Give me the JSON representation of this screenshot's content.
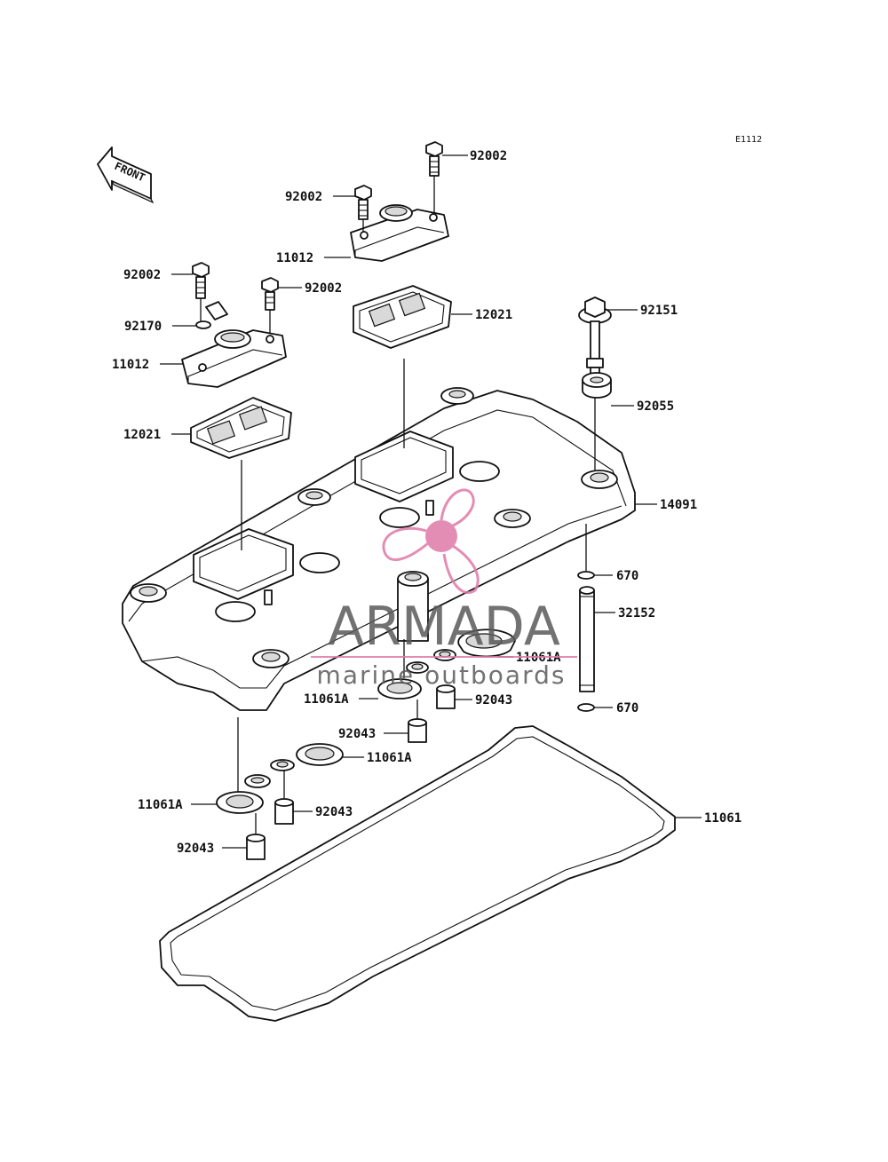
{
  "diagram_code": "E1112",
  "front_label": "FRONT",
  "watermark": {
    "brand": "ARMADA",
    "tagline": "marine outboards",
    "accent": "#e07aa8"
  },
  "callouts": [
    {
      "id": "c1",
      "text": "92002"
    },
    {
      "id": "c2",
      "text": "92002"
    },
    {
      "id": "c3",
      "text": "11012"
    },
    {
      "id": "c4",
      "text": "92002"
    },
    {
      "id": "c5",
      "text": "92002"
    },
    {
      "id": "c6",
      "text": "12021"
    },
    {
      "id": "c7",
      "text": "92170"
    },
    {
      "id": "c8",
      "text": "92151"
    },
    {
      "id": "c9",
      "text": "11012"
    },
    {
      "id": "c10",
      "text": "92055"
    },
    {
      "id": "c11",
      "text": "12021"
    },
    {
      "id": "c12",
      "text": "14091"
    },
    {
      "id": "c13",
      "text": "670"
    },
    {
      "id": "c14",
      "text": "32152"
    },
    {
      "id": "c15",
      "text": "11061A"
    },
    {
      "id": "c16",
      "text": "11061A"
    },
    {
      "id": "c17",
      "text": "92043"
    },
    {
      "id": "c18",
      "text": "670"
    },
    {
      "id": "c19",
      "text": "92043"
    },
    {
      "id": "c20",
      "text": "11061A"
    },
    {
      "id": "c21",
      "text": "11061A"
    },
    {
      "id": "c22",
      "text": "92043"
    },
    {
      "id": "c23",
      "text": "11061"
    },
    {
      "id": "c24",
      "text": "92043"
    }
  ]
}
